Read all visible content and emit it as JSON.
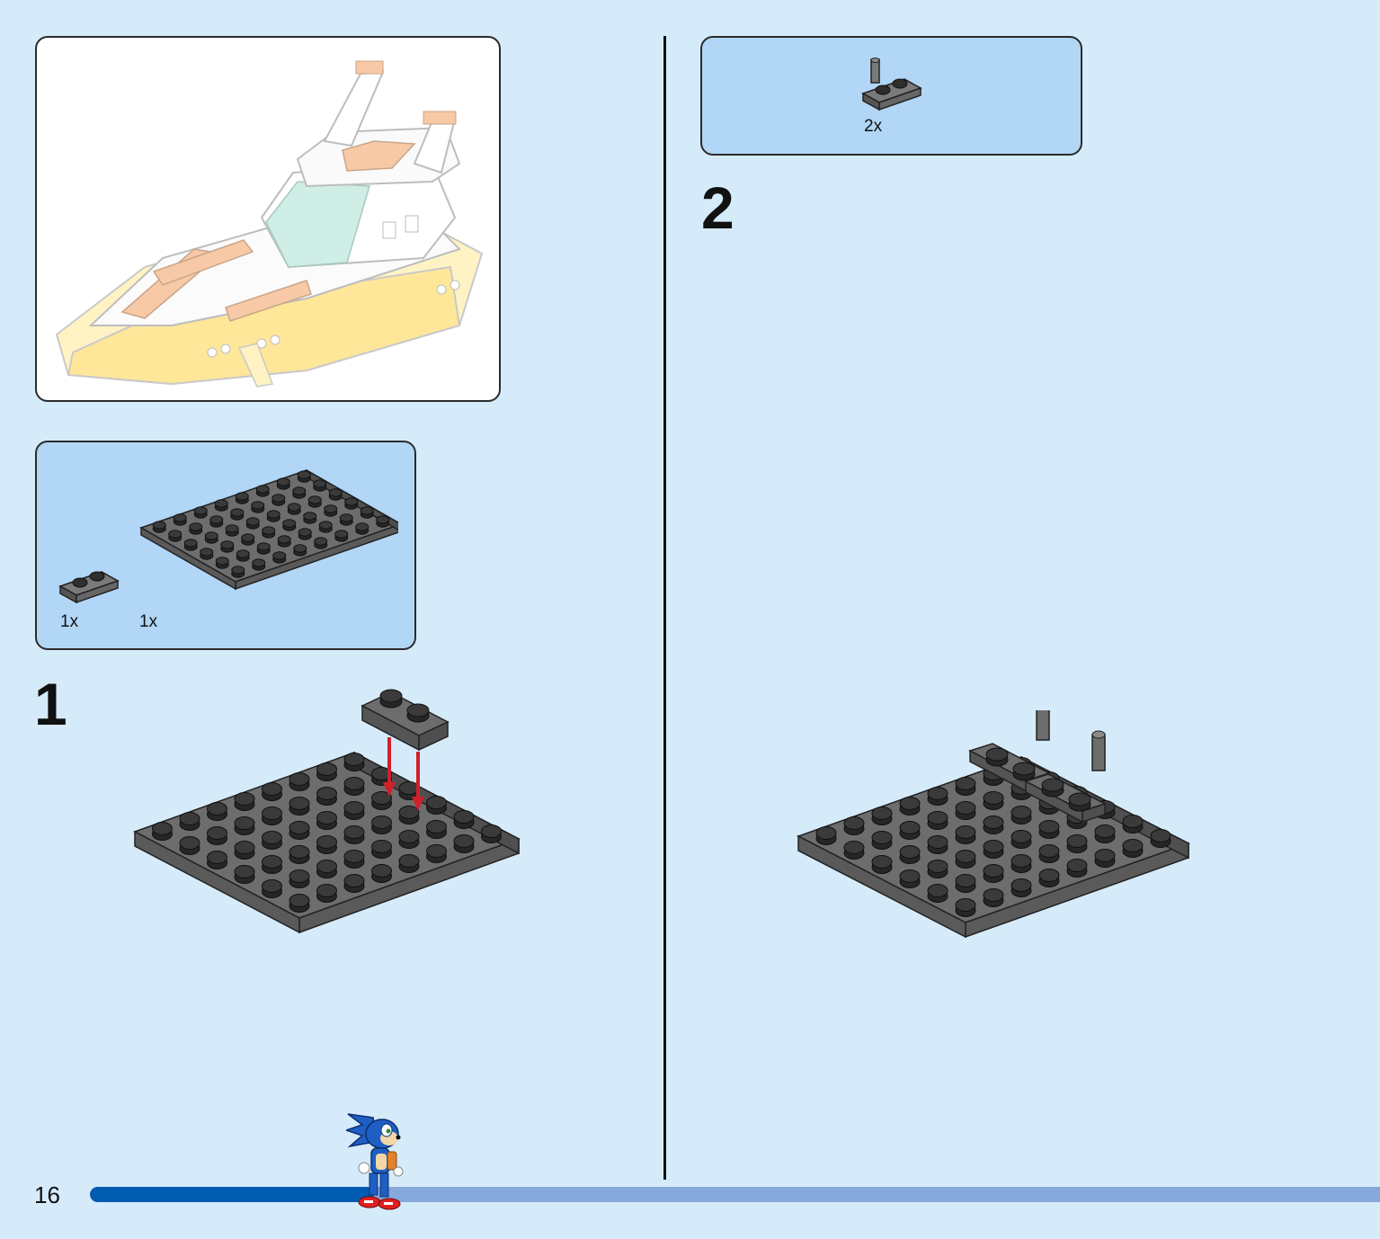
{
  "page": {
    "number": "16",
    "progress_fraction": 0.22
  },
  "preview": {
    "icon": "boat-model-preview"
  },
  "step1": {
    "number": "1",
    "parts": [
      {
        "name": "plate-1x2-dark-gray",
        "qty": "1x"
      },
      {
        "name": "plate-6x8-dark-gray",
        "qty": "1x"
      }
    ]
  },
  "step2": {
    "number": "2",
    "parts": [
      {
        "name": "plate-1x2-with-bar-dark-gray",
        "qty": "2x"
      }
    ]
  },
  "colors": {
    "background": "#d6ebfa",
    "parts_box": "#b1d6f6",
    "brick_gray": "#6d6d6d",
    "stud_dark": "#2e2e2e",
    "arrow_red": "#d0202a",
    "progress_fill": "#005cb0",
    "progress_track": "#86a8da"
  }
}
